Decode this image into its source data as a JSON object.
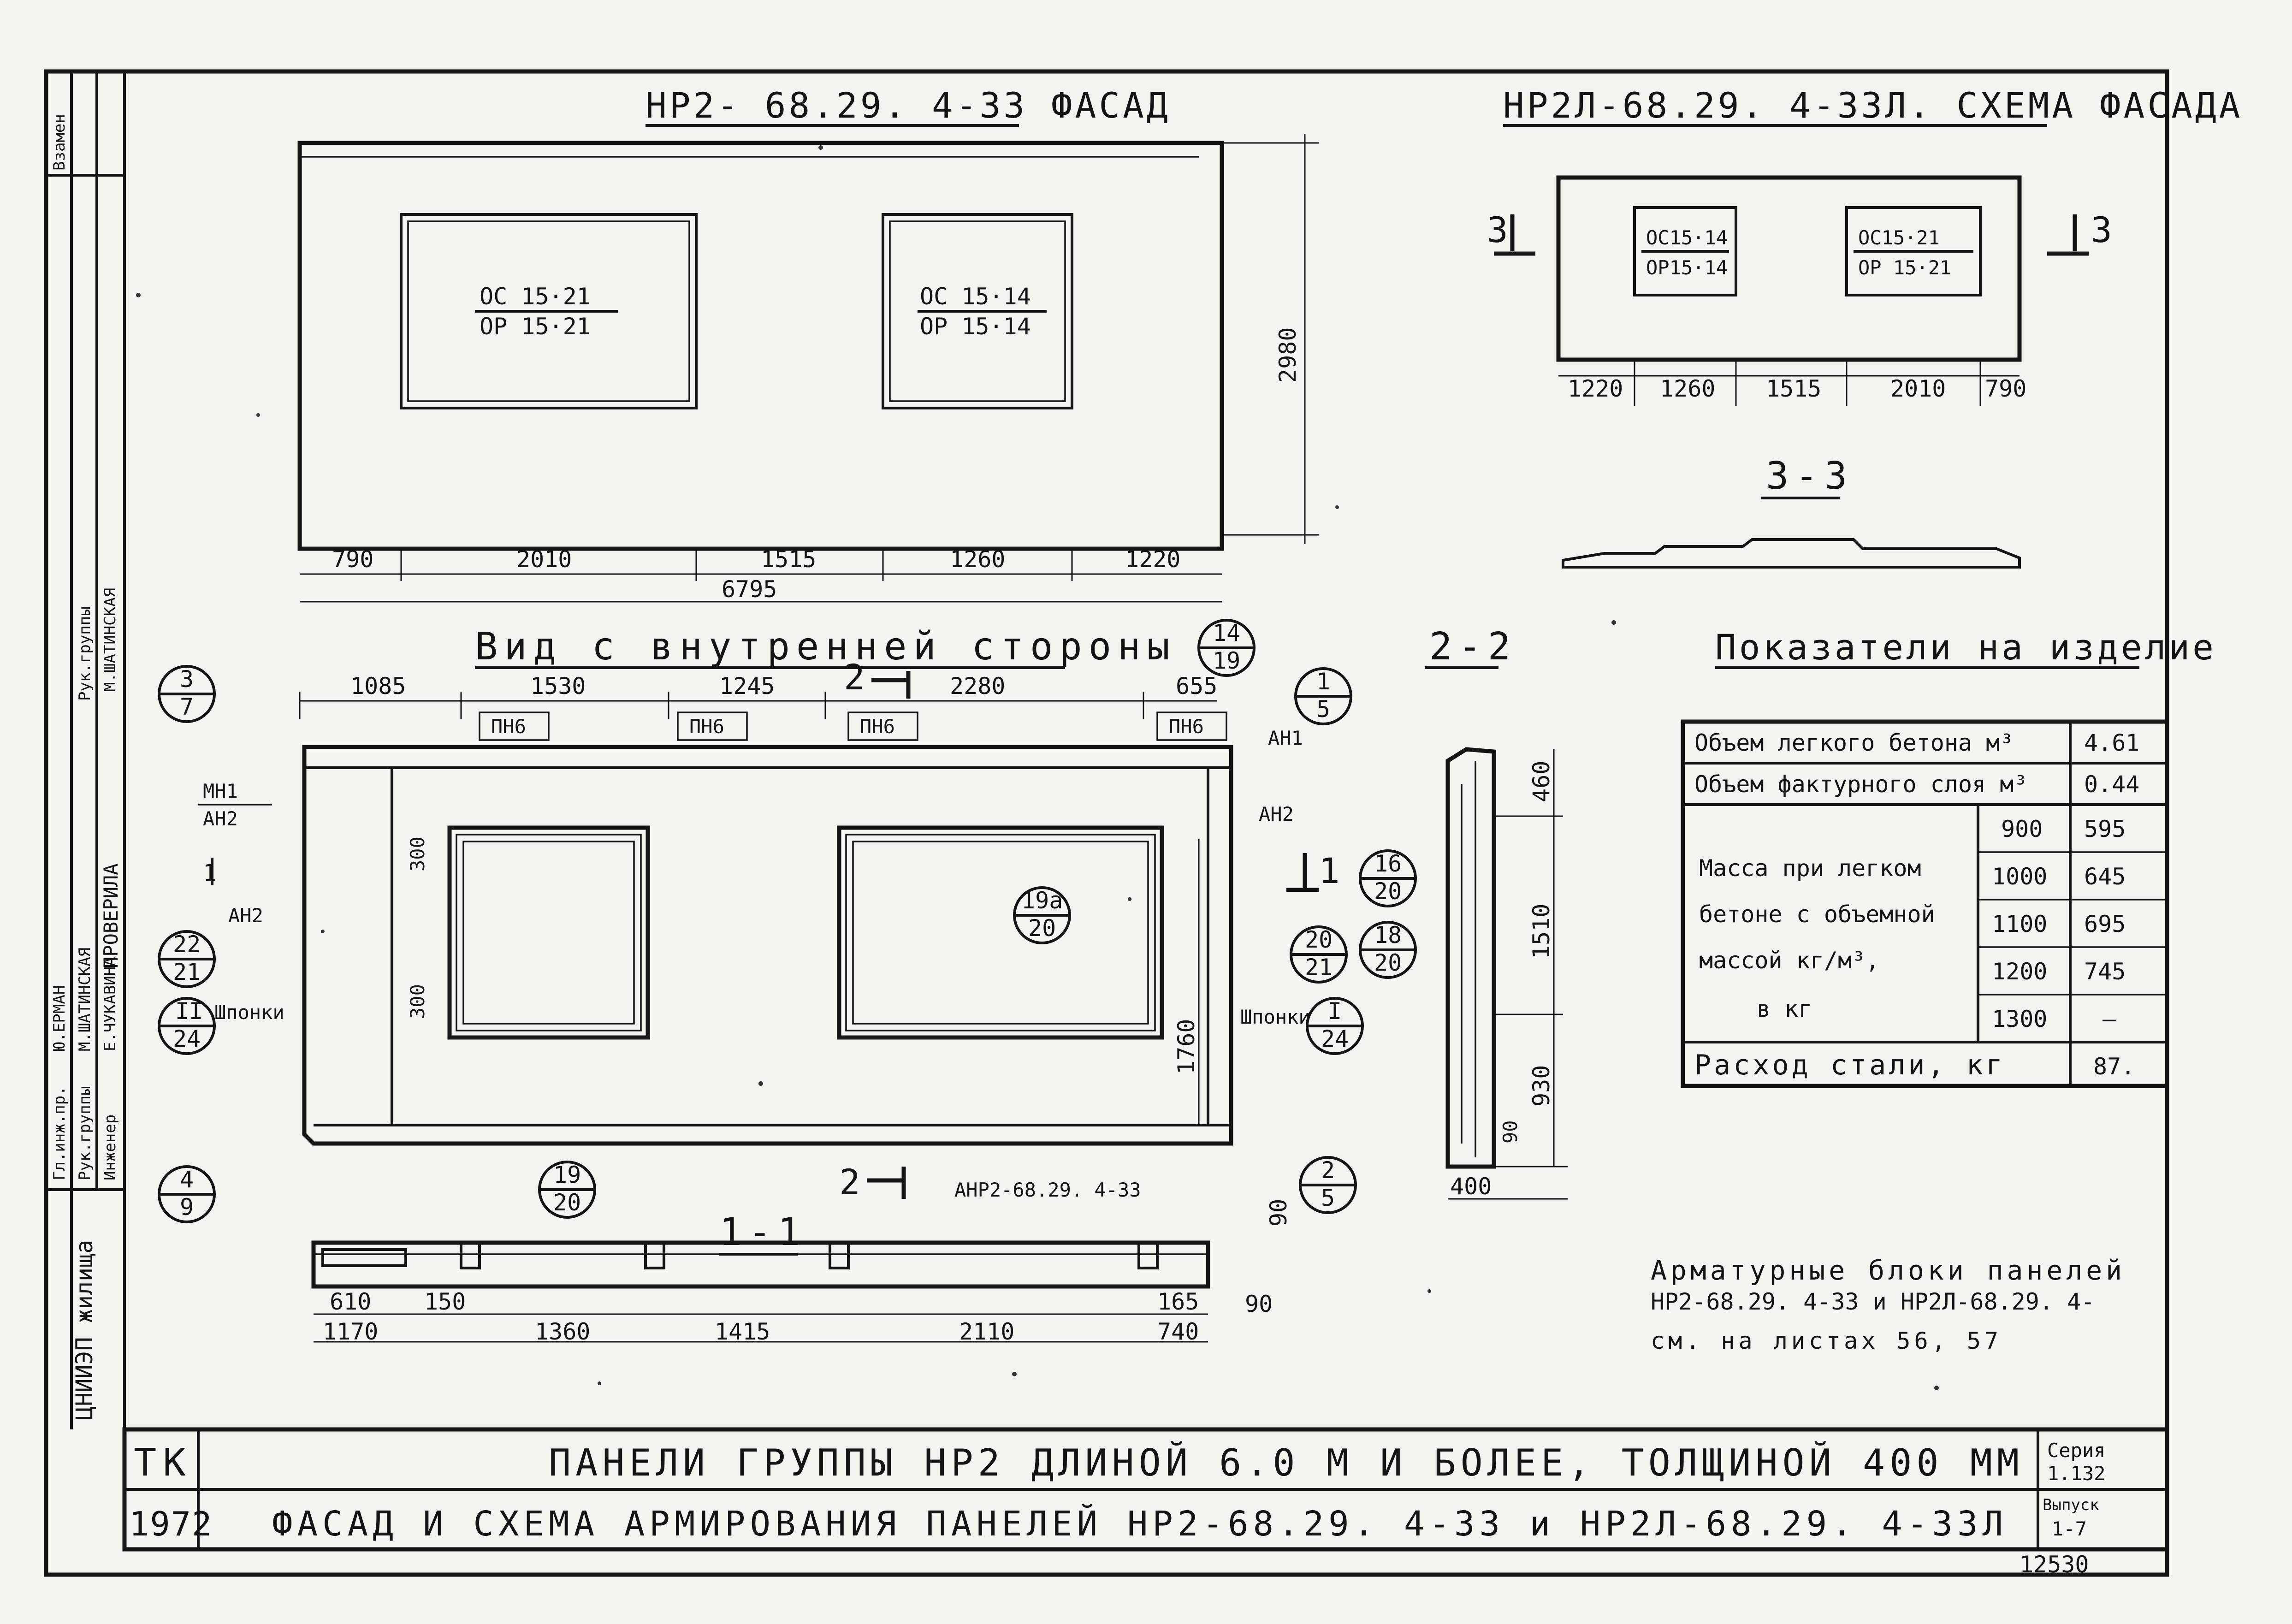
{
  "facade": {
    "title": "НР2- 68.29. 4-33 ФАСАД",
    "win1": {
      "top": "ОС 15·21",
      "bot": "ОР 15·21"
    },
    "win2": {
      "top": "ОС 15·14",
      "bot": "ОР 15·14"
    },
    "height": "2980",
    "dims": [
      "790",
      "2010",
      "1515",
      "1260",
      "1220"
    ],
    "total": "6795"
  },
  "scheme": {
    "title": "НР2Л-68.29. 4-33Л. СХЕМА ФАСАДА",
    "win1": {
      "top": "ОС15·14",
      "bot": "ОР15·14"
    },
    "win2": {
      "top": "ОС15·21",
      "bot": "ОР 15·21"
    },
    "dims": [
      "1220",
      "1260",
      "1515",
      "2010",
      "790"
    ],
    "cut_mark": "3",
    "section_title": "3-3"
  },
  "inside": {
    "title": "Вид с внутренней стороны",
    "top_dims": [
      "1085",
      "1530",
      "1245",
      "2280",
      "655"
    ],
    "pn": [
      "ПН6",
      "ПН6",
      "ПН6",
      "ПН6"
    ],
    "cut2": "2",
    "cut1": "1",
    "labels": {
      "mn1": "МН1",
      "an2a": "АН2",
      "an2b": "АН2",
      "an1": "АН1",
      "an2c": "АН2",
      "shponki_l": "Шпонки",
      "shponki_r": "Шпонки",
      "d300a": "300",
      "d300b": "300",
      "d1760": "1760"
    },
    "bubbles": [
      {
        "top": "3",
        "bot": "7"
      },
      {
        "top": "22",
        "bot": "21"
      },
      {
        "top": "II",
        "bot": "24"
      },
      {
        "top": "4",
        "bot": "9"
      },
      {
        "top": "14",
        "bot": "19"
      },
      {
        "top": "1",
        "bot": "5"
      },
      {
        "top": "19а",
        "bot": "20"
      },
      {
        "top": "20",
        "bot": "21"
      },
      {
        "top": "I",
        "bot": "24"
      },
      {
        "top": "2",
        "bot": "5"
      }
    ]
  },
  "section11": {
    "title": "1-1",
    "cut": "2",
    "anchor": "АНР2-68.29. 4-33",
    "bubble": {
      "top": "19",
      "bot": "20"
    },
    "dims_top": [
      "610",
      "150"
    ],
    "dims_bottom": [
      "1170",
      "1360",
      "1415",
      "2110"
    ],
    "dims_right": [
      "165",
      "740",
      "90",
      "90"
    ]
  },
  "section22": {
    "title": "2-2",
    "dims": [
      "460",
      "1510",
      "930",
      "90",
      "400"
    ],
    "bubbles": [
      {
        "top": "16",
        "bot": "20"
      },
      {
        "top": "18",
        "bot": "20"
      }
    ]
  },
  "indicators": {
    "title": "Показатели на изделие",
    "rows": [
      {
        "label": "Объем легкого бетона м³",
        "value": "4.61"
      },
      {
        "label": "Объем фактурного слоя м³",
        "value": "0.44"
      }
    ],
    "mass_label": [
      "Масса при легком",
      "бетоне с объемной",
      "массой кг/м³,",
      "в кг"
    ],
    "mass_rows": [
      {
        "density": "900",
        "value": "595"
      },
      {
        "density": "1000",
        "value": "645"
      },
      {
        "density": "1100",
        "value": "695"
      },
      {
        "density": "1200",
        "value": "745"
      },
      {
        "density": "1300",
        "value": "—"
      }
    ],
    "steel": {
      "label": "Расход стали, кг",
      "value": "87."
    }
  },
  "note": [
    "Арматурные блоки панелей",
    "НР2-68.29. 4-33 и НР2Л-68.29. 4-",
    "см. на листах 56, 57"
  ],
  "stamp": {
    "org": "ТК",
    "year": "1972",
    "title1": "ПАНЕЛИ ГРУППЫ НР2 ДЛИНОЙ 6.0 М И БОЛЕЕ, ТОЛЩИНОЙ 400 ММ",
    "title2": "ФАСАД И СХЕМА АРМИРОВАНИЯ ПАНЕЛЕЙ НР2-68.29. 4-33 и НР2Л-68.29. 4-33Л",
    "series_label": "Серия",
    "series": "1.132",
    "issue_label": "Выпуск",
    "issue": "1-7",
    "sheet_no": "12530"
  },
  "side_stamp": {
    "replaced": "Взамен",
    "checked": "ПРОВЕРИЛА",
    "roles": [
      "Гл.инж.пр.",
      "Рук.группы",
      "Инженер"
    ],
    "names": [
      "Ю.ЕРМАН",
      "М.ШАТИНСКАЯ",
      "Е.ЧУКАВИНА"
    ],
    "roles2": [
      "Рук.группы"
    ],
    "names2": [
      "М.ШАТИНСКАЯ"
    ],
    "org_left": "ЦНИИЭП жилища"
  }
}
